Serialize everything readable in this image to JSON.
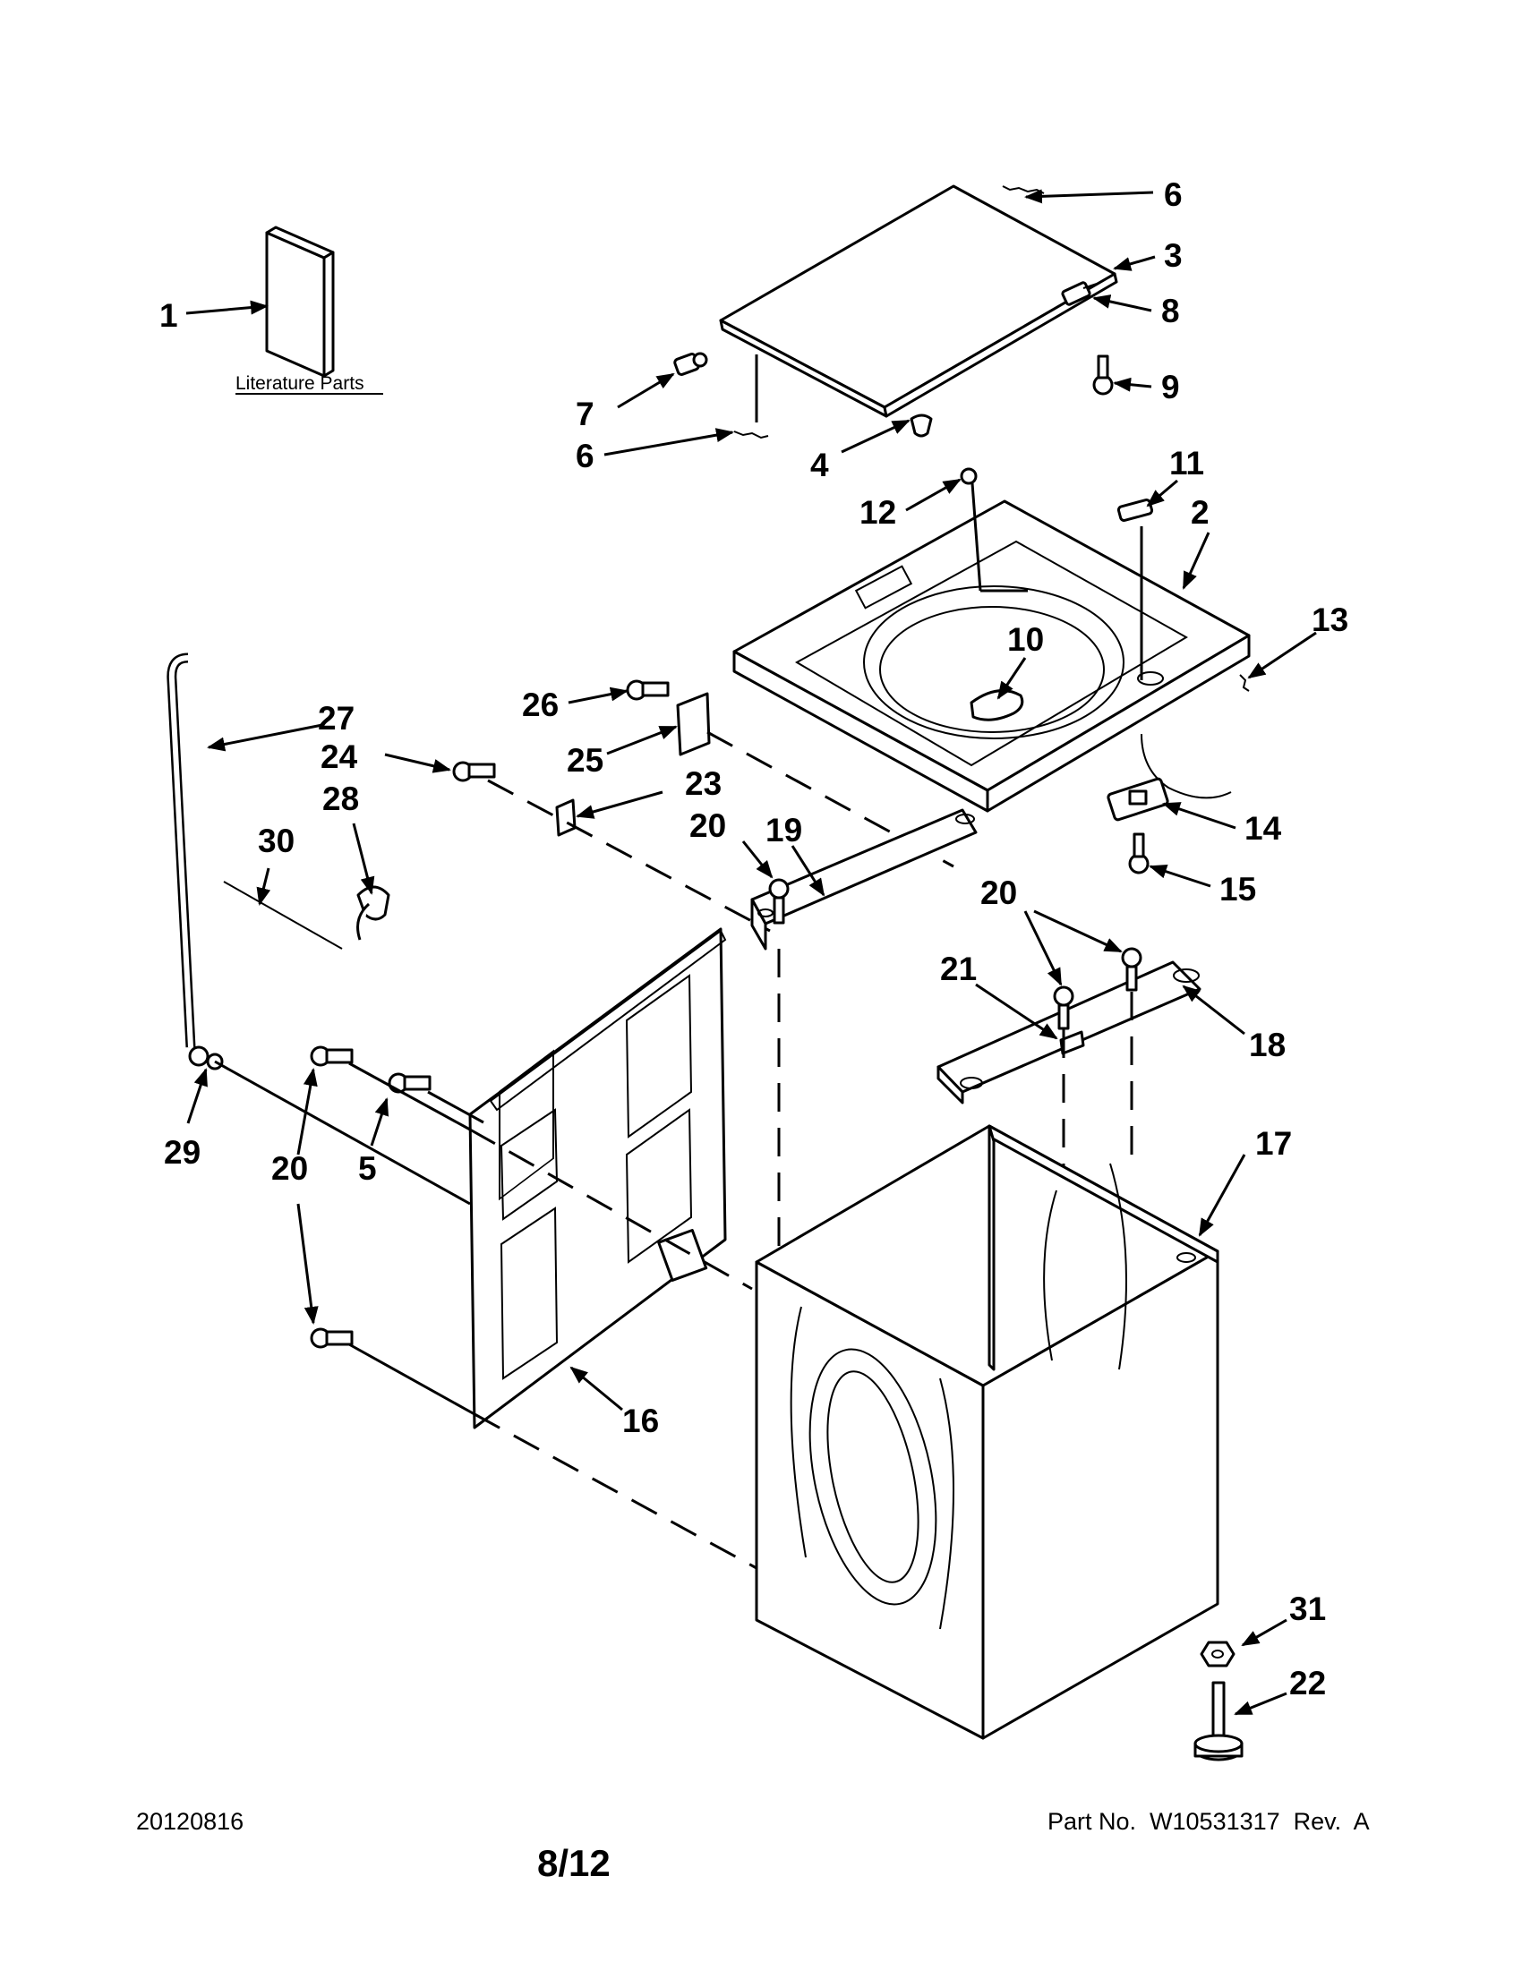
{
  "literature_label": "Literature Parts",
  "callouts": {
    "c1": "1",
    "c2": "2",
    "c3": "3",
    "c4": "4",
    "c5": "5",
    "c6a": "6",
    "c6b": "6",
    "c7": "7",
    "c8": "8",
    "c9": "9",
    "c10": "10",
    "c11": "11",
    "c12": "12",
    "c13": "13",
    "c14": "14",
    "c15": "15",
    "c16": "16",
    "c17": "17",
    "c18": "18",
    "c19": "19",
    "c20a": "20",
    "c20b": "20",
    "c20c": "20",
    "c21": "21",
    "c22": "22",
    "c23": "23",
    "c24": "24",
    "c25": "25",
    "c26": "26",
    "c27": "27",
    "c28": "28",
    "c29": "29",
    "c30": "30",
    "c31": "31"
  },
  "footer": {
    "date": "20120816",
    "page": "8/12",
    "part_no": "Part No.  W10531317  Rev.  A"
  }
}
